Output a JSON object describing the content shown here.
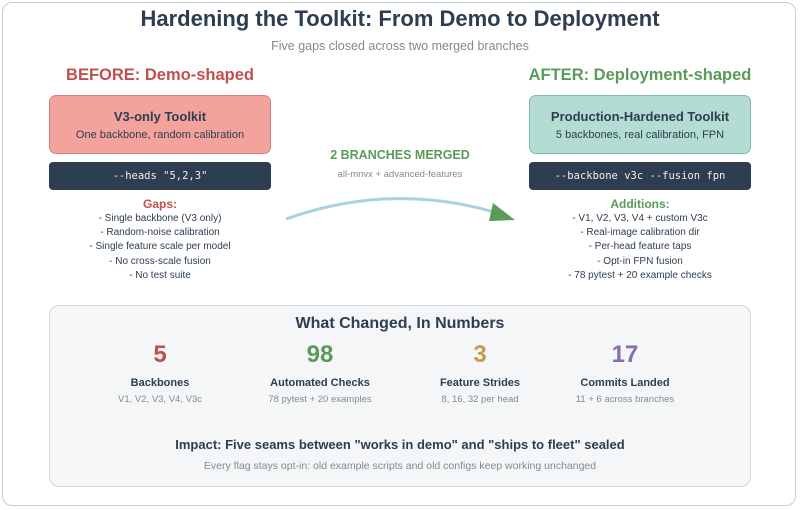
{
  "title": "Hardening the Toolkit: From Demo to Deployment",
  "subtitle": "Five gaps closed across two merged branches",
  "before": {
    "heading": "BEFORE: Demo-shaped",
    "box_title": "V3-only Toolkit",
    "box_subtitle": "One backbone, random calibration",
    "command": "--heads \"5,2,3\"",
    "list_heading": "Gaps:",
    "items": [
      "- Single backbone (V3 only)",
      "- Random-noise calibration",
      "- Single feature scale per model",
      "- No cross-scale fusion",
      "- No test suite"
    ]
  },
  "merge": {
    "heading": "2 BRANCHES MERGED",
    "subtitle": "all-mnvx + advanced-features"
  },
  "after": {
    "heading": "AFTER: Deployment-shaped",
    "box_title": "Production-Hardened Toolkit",
    "box_subtitle": "5 backbones, real calibration, FPN",
    "command": "--backbone v3c --fusion fpn",
    "list_heading": "Additions:",
    "items": [
      "- V1, V2, V3, V4 + custom V3c",
      "- Real-image calibration dir",
      "- Per-head feature taps",
      "- Opt-in FPN fusion",
      "- 78 pytest + 20 example checks"
    ]
  },
  "numbers": {
    "title": "What Changed, In Numbers",
    "stats": [
      {
        "value": "5",
        "label": "Backbones",
        "detail": "V1, V2, V3, V4, V3c",
        "color": "#c0504d"
      },
      {
        "value": "98",
        "label": "Automated Checks",
        "detail": "78 pytest + 20 examples",
        "color": "#5a9a5a"
      },
      {
        "value": "3",
        "label": "Feature Strides",
        "detail": "8, 16, 32 per head",
        "color": "#c9994b"
      },
      {
        "value": "17",
        "label": "Commits Landed",
        "detail": "11 + 6 across branches",
        "color": "#8b6bb0"
      }
    ],
    "impact": "Impact: Five seams between \"works in demo\" and \"ships to fleet\" sealed",
    "impact_note": "Every flag stays opt-in: old example scripts and old configs keep working unchanged"
  },
  "colors": {
    "before_accent": "#c0504d",
    "after_accent": "#5a9a5a",
    "arrow": "#a9d3dc",
    "command_bg": "#2d3e50"
  }
}
